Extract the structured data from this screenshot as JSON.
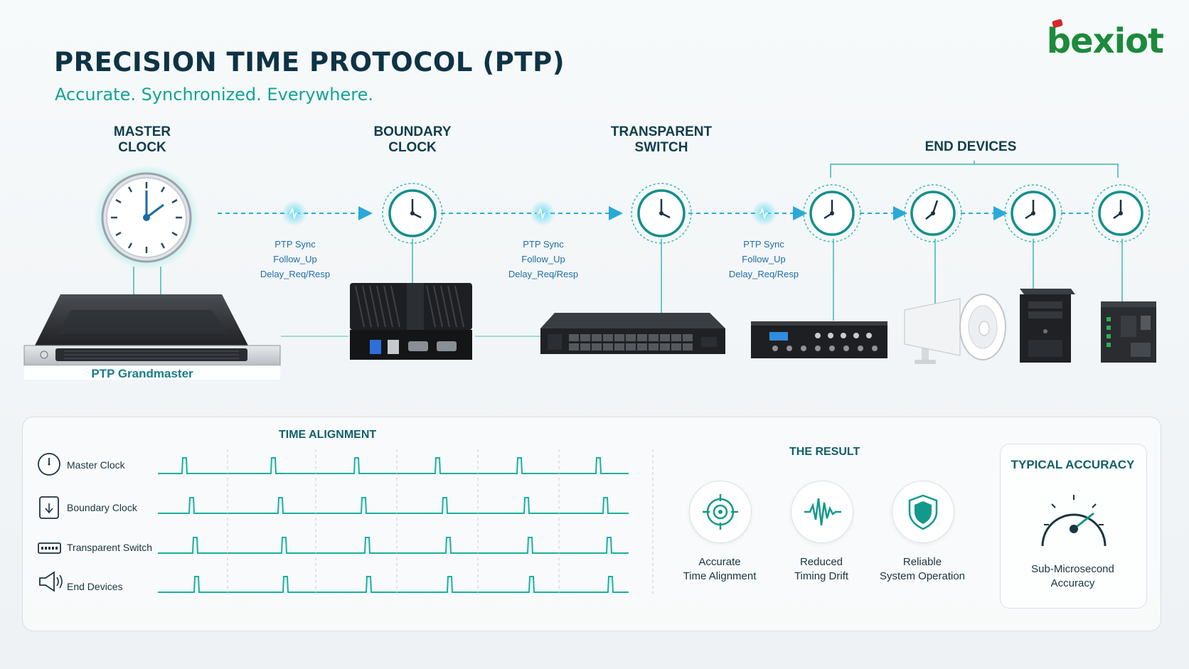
{
  "header": {
    "title": "PRECISION TIME PROTOCOL (PTP)",
    "subtitle": "Accurate. Synchronized. Everywhere.",
    "logo": "bexiot"
  },
  "stages": [
    {
      "label": "MASTER\nCLOCK"
    },
    {
      "label": "BOUNDARY\nCLOCK"
    },
    {
      "label": "TRANSPARENT\nSWITCH"
    },
    {
      "label": "END DEVICES"
    }
  ],
  "messages": [
    {
      "lines": [
        "PTP Sync",
        "Follow_Up",
        "Delay_Req/Resp"
      ]
    },
    {
      "lines": [
        "PTP Sync",
        "Follow_Up",
        "Delay_Req/Resp"
      ]
    },
    {
      "lines": [
        "PTP Sync",
        "Follow_Up",
        "Delay_Req/Resp"
      ]
    }
  ],
  "devices": {
    "grandmaster_label": "PTP Grandmaster",
    "icons": [
      "grandmaster-server",
      "industrial-mini-pc",
      "network-switch",
      "audio-amplifier",
      "horn-speaker",
      "tower-pc",
      "din-rail-controller"
    ]
  },
  "time_alignment": {
    "title": "TIME ALIGNMENT",
    "rows": [
      {
        "label": "Master Clock",
        "icon": "clock-icon"
      },
      {
        "label": "Boundary Clock",
        "icon": "boundary-clock-icon"
      },
      {
        "label": "Transparent Switch",
        "icon": "switch-icon"
      },
      {
        "label": "End Devices",
        "icon": "megaphone-icon"
      }
    ]
  },
  "result": {
    "title": "THE RESULT",
    "items": [
      {
        "label1": "Accurate",
        "label2": "Time Alignment",
        "icon": "target-icon"
      },
      {
        "label1": "Reduced",
        "label2": "Timing Drift",
        "icon": "waveform-icon"
      },
      {
        "label1": "Reliable",
        "label2": "System Operation",
        "icon": "shield-icon"
      }
    ]
  },
  "accuracy": {
    "title": "TYPICAL ACCURACY",
    "label1": "Sub-Microsecond",
    "label2": "Accuracy",
    "icon": "gauge-icon"
  },
  "colors": {
    "teal": "#12a394",
    "navy": "#0e3345",
    "link_blue": "#1f6ea6",
    "logo_green": "#1c8a3c",
    "logo_red": "#d22a2a"
  }
}
